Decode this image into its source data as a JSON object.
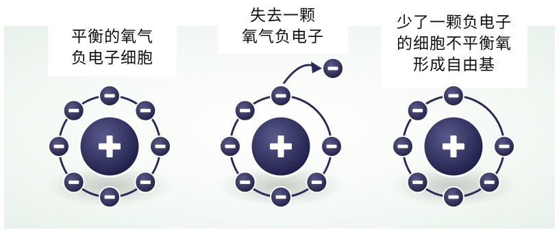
{
  "atoms": [
    {
      "id": "balanced",
      "caption_lines": [
        "平衡的氧气",
        "负电子细胞"
      ],
      "electron_count": 8
    },
    {
      "id": "losing",
      "caption_lines": [
        "失去一颗",
        "氧气负电子"
      ],
      "electron_count": 7,
      "lost_electron_count": 1
    },
    {
      "id": "free-radical",
      "caption_lines": [
        "少了一颗负电子",
        "的细胞不平衡氧",
        "形成自由基"
      ],
      "electron_count": 7
    }
  ],
  "symbols": {
    "nucleus": "+",
    "electron": "−"
  },
  "colors": {
    "orbit": "#2a2a5a",
    "nucleus_dark": "#20204a",
    "nucleus_light": "#5a5a8e",
    "electron_dark": "#1e1e44",
    "electron_light": "#5a5a88",
    "symbol": "#ffffff",
    "arrow": "#2a2a5a"
  }
}
